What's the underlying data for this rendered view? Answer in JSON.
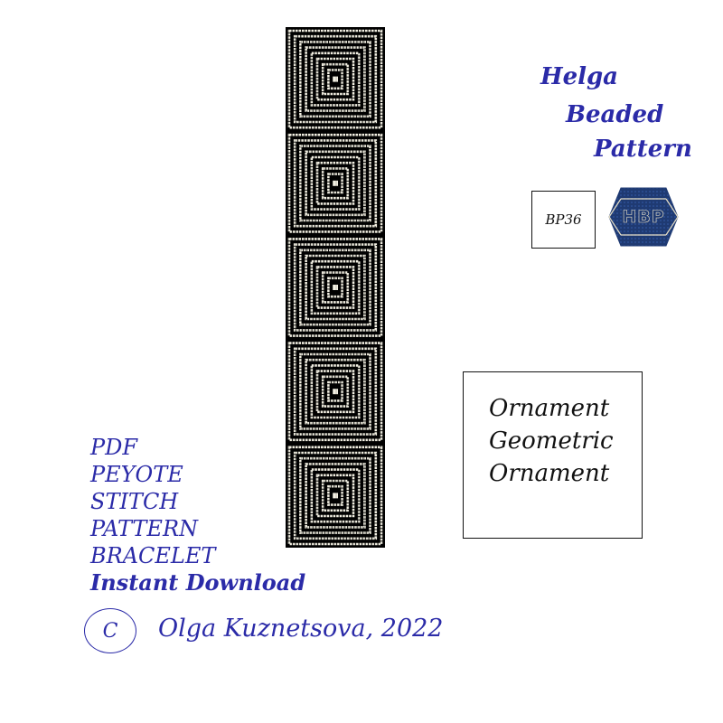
{
  "brand": {
    "line1": "Helga",
    "line2": "Beaded",
    "line3": "Pattern"
  },
  "code_label": "BP36",
  "logo": {
    "text": "HBP",
    "icon": "hbp-hexagon-logo",
    "colors": {
      "fill": "#1f3a72",
      "accent": "#e8e0c6"
    }
  },
  "ornament_box": {
    "lines": [
      "Ornament",
      "Geometric",
      "Ornament"
    ]
  },
  "description": {
    "lines": [
      "PDF",
      "PEYOTE",
      "STITCH",
      "PATTERN",
      "BRACELET"
    ],
    "instant": "Instant Download"
  },
  "copyright": {
    "symbol": "C",
    "author": "Olga Kuznetsova, 2022"
  },
  "pattern": {
    "motif": "concentric-squares",
    "repeat_count": 5,
    "colors": {
      "bead_dark": "#000000",
      "bead_light": "#f2efe2"
    }
  },
  "colors": {
    "text_blue": "#2b2ba8",
    "text_black": "#111111",
    "background": "#ffffff"
  }
}
